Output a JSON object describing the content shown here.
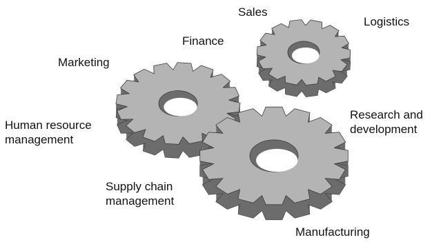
{
  "diagram": {
    "labels": {
      "sales": "Sales",
      "logistics": "Logistics",
      "finance": "Finance",
      "marketing": "Marketing",
      "human_resource": [
        "Human resource",
        "management"
      ],
      "research": [
        "Research and",
        "development"
      ],
      "supply_chain": [
        "Supply chain",
        "management"
      ],
      "manufacturing": "Manufacturing"
    },
    "gears": [
      {
        "name": "left-gear",
        "teeth": 16
      },
      {
        "name": "top-right-gear",
        "teeth": 14
      },
      {
        "name": "bottom-gear",
        "teeth": 16
      }
    ],
    "colors": {
      "gear_face": "#b4b4b4",
      "gear_side": "#6c6c6c",
      "gear_outline": "#3a3a3a",
      "hole_inner": "#ffffff",
      "text": "#111111"
    }
  }
}
